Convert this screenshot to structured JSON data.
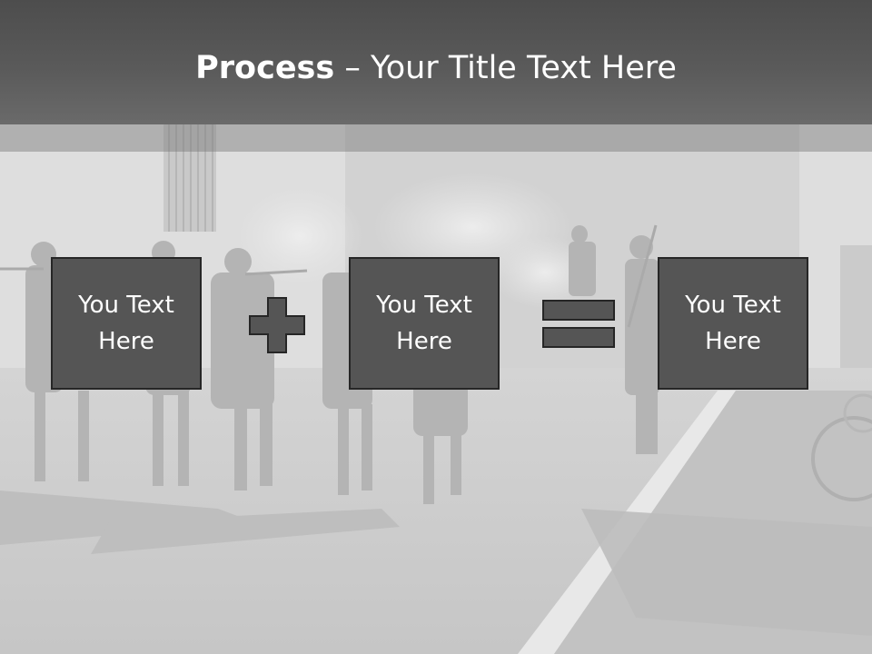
{
  "slide": {
    "title_bold": "Process",
    "title_dash": " – ",
    "title_rest": "Your Title Text Here",
    "boxes": [
      {
        "text": "You Text Here"
      },
      {
        "text": "You Text Here"
      },
      {
        "text": "You Text Here"
      }
    ],
    "operators": [
      "plus-icon",
      "equals-icon"
    ]
  },
  "colors": {
    "title_bar": "#555555",
    "box_fill": "#555555",
    "box_border": "#262626",
    "title_text": "#ffffff",
    "background_photo_tint": "#d9d9d9"
  }
}
